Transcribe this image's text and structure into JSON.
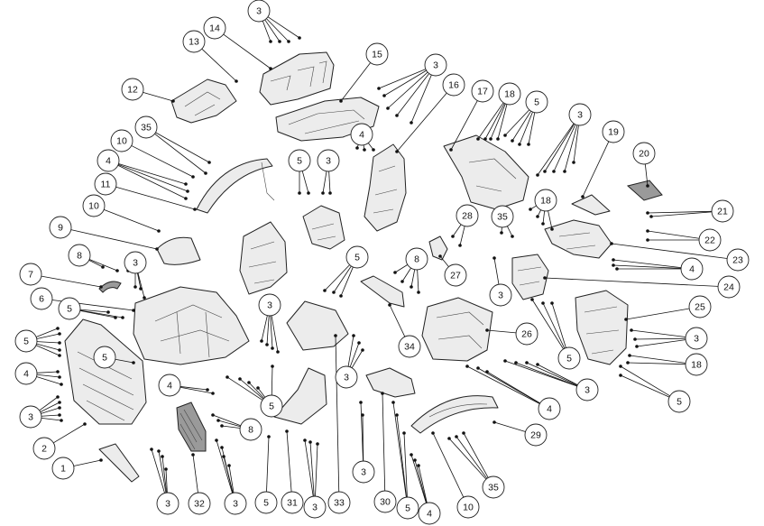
{
  "diagram": {
    "labels": [
      "1",
      "2",
      "3",
      "4",
      "5",
      "6",
      "7",
      "8",
      "9",
      "10",
      "11",
      "12",
      "13",
      "14",
      "15",
      "16",
      "17",
      "18",
      "19",
      "20",
      "21",
      "22",
      "23",
      "24",
      "25",
      "26",
      "27",
      "28",
      "29",
      "30",
      "31",
      "32",
      "33",
      "34",
      "35"
    ]
  }
}
